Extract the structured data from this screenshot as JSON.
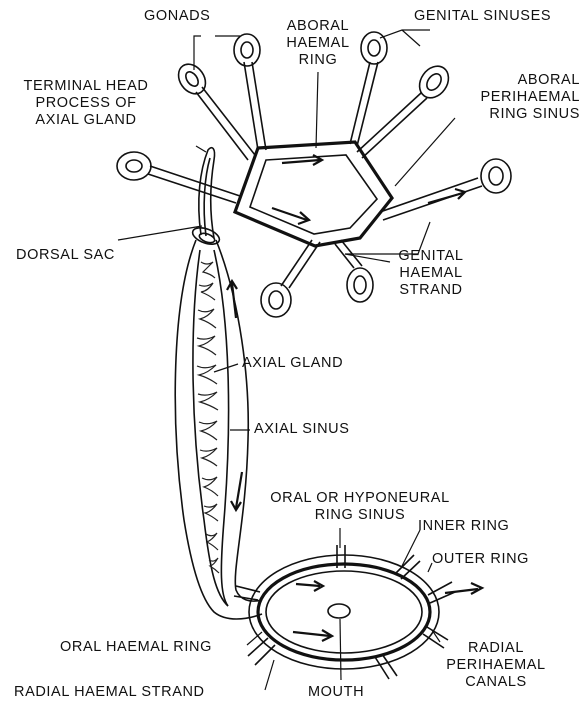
{
  "labels": {
    "gonads": "GONADS",
    "aboral_haemal_ring": [
      "ABORAL",
      "HAEMAL",
      "RING"
    ],
    "genital_sinuses": "GENITAL SINUSES",
    "terminal_head": [
      "TERMINAL HEAD",
      "PROCESS OF",
      "AXIAL GLAND"
    ],
    "aboral_perihaemal": [
      "ABORAL",
      "PERIHAEMAL",
      "RING SINUS"
    ],
    "dorsal_sac": "DORSAL SAC",
    "genital_haemal_strand": [
      "GENITAL",
      "HAEMAL",
      "STRAND"
    ],
    "axial_gland": "AXIAL GLAND",
    "axial_sinus": "AXIAL SINUS",
    "oral_hyponeural": [
      "ORAL OR HYPONEURAL",
      "RING SINUS"
    ],
    "inner_ring": "INNER RING",
    "outer_ring": "OUTER RING",
    "oral_haemal_ring": "ORAL HAEMAL RING",
    "radial_perihaemal": [
      "RADIAL",
      "PERIHAEMAL",
      "CANALS"
    ],
    "radial_haemal_strand": "RADIAL HAEMAL STRAND",
    "mouth": "MOUTH"
  }
}
